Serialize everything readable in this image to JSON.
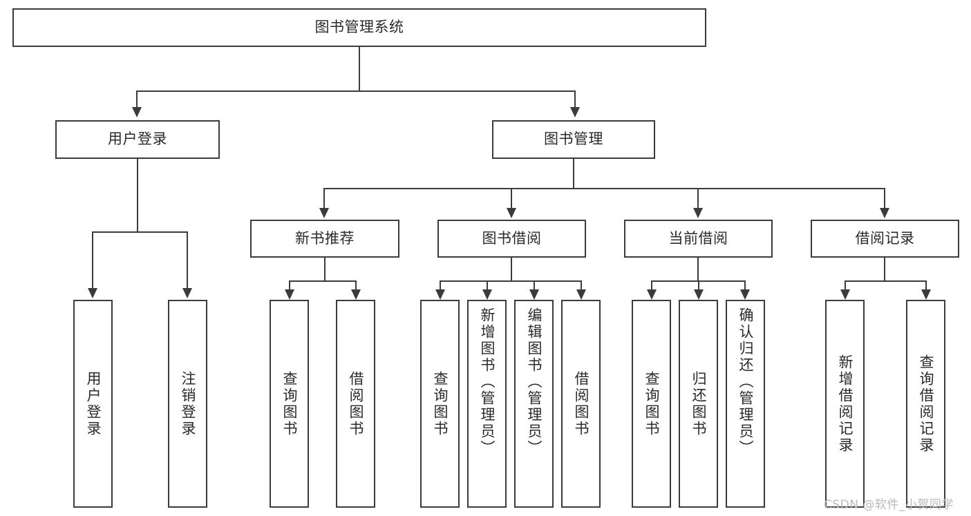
{
  "diagram": {
    "type": "tree-hierarchy",
    "title": "图书管理系统",
    "root": {
      "id": "root",
      "label": "图书管理系统"
    },
    "level2": [
      {
        "id": "user-login",
        "label": "用户登录"
      },
      {
        "id": "book-manage",
        "label": "图书管理"
      }
    ],
    "level3": [
      {
        "id": "new-book-recommend",
        "label": "新书推荐",
        "parent": "book-manage"
      },
      {
        "id": "book-borrow",
        "label": "图书借阅",
        "parent": "book-manage"
      },
      {
        "id": "current-borrow",
        "label": "当前借阅",
        "parent": "book-manage"
      },
      {
        "id": "borrow-record",
        "label": "借阅记录",
        "parent": "book-manage"
      }
    ],
    "leaves": {
      "user-login": [
        {
          "id": "leaf-user-login",
          "label": "用户登录"
        },
        {
          "id": "leaf-logout",
          "label": "注销登录"
        }
      ],
      "new-book-recommend": [
        {
          "id": "leaf-query-book-1",
          "label": "查询图书"
        },
        {
          "id": "leaf-borrow-book-1",
          "label": "借阅图书"
        }
      ],
      "book-borrow": [
        {
          "id": "leaf-query-book-2",
          "label": "查询图书"
        },
        {
          "id": "leaf-add-book",
          "label": "新增图书（管理员）"
        },
        {
          "id": "leaf-edit-book",
          "label": "编辑图书（管理员）"
        },
        {
          "id": "leaf-borrow-book-2",
          "label": "借阅图书"
        }
      ],
      "current-borrow": [
        {
          "id": "leaf-query-book-3",
          "label": "查询图书"
        },
        {
          "id": "leaf-return-book",
          "label": "归还图书"
        },
        {
          "id": "leaf-confirm-return",
          "label": "确认归还（管理员）"
        }
      ],
      "borrow-record": [
        {
          "id": "leaf-add-record",
          "label": "新增借阅记录"
        },
        {
          "id": "leaf-query-record",
          "label": "查询借阅记录"
        }
      ]
    }
  },
  "watermark": {
    "text": "CSDN @软件_小贺同学"
  },
  "colors": {
    "stroke": "#3b3b3b",
    "fill": "#ffffff",
    "text": "#2a2a2a",
    "watermark": "#b9b9b9"
  }
}
